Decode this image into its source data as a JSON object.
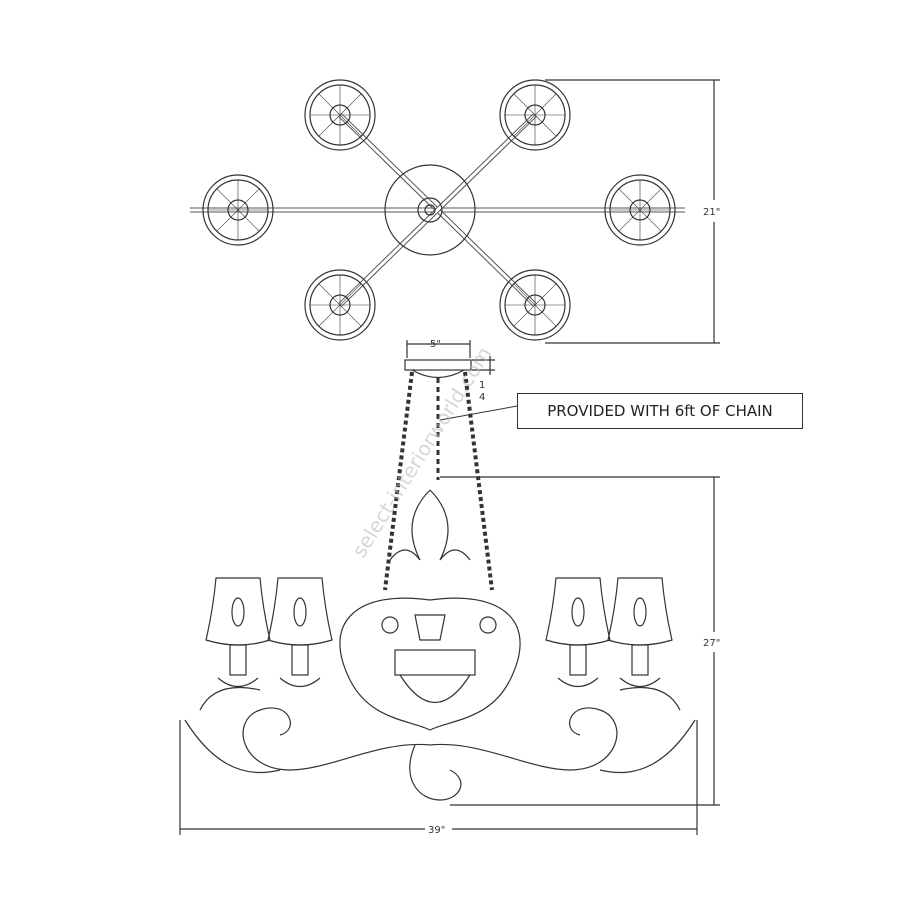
{
  "drawing": {
    "top_view": {
      "depth_label": "21\""
    },
    "side_view": {
      "canopy_width_label": "5\"",
      "canopy_height_label_num": "1",
      "canopy_height_label_den": "4",
      "height_label": "27\"",
      "width_label": "39\"",
      "chain_note": "PROVIDED WITH 6ft OF CHAIN"
    },
    "watermark": "select-interiorworld.com"
  }
}
